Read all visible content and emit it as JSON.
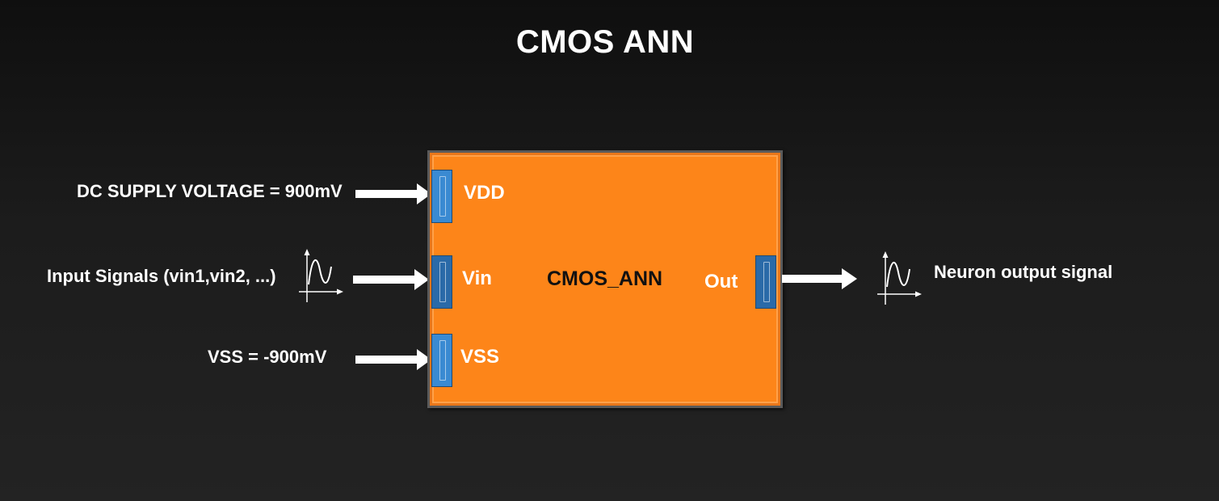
{
  "title": "CMOS ANN",
  "block": {
    "name": "CMOS_ANN",
    "fill_color": "#fd8519",
    "pins": {
      "vdd": "VDD",
      "vin": "Vin",
      "vss": "VSS",
      "out": "Out"
    }
  },
  "inputs": {
    "vdd_label": "DC SUPPLY VOLTAGE = 900mV",
    "vin_label": "Input Signals (vin1,vin2, ...)",
    "vss_label": "VSS = -900mV"
  },
  "output": {
    "label": "Neuron output signal"
  },
  "colors": {
    "background": "#1c1c1c",
    "pin_blue": "#3a8ad2",
    "arrow": "#ffffff"
  },
  "icons": [
    "arrow-right-icon",
    "sine-wave-icon"
  ]
}
